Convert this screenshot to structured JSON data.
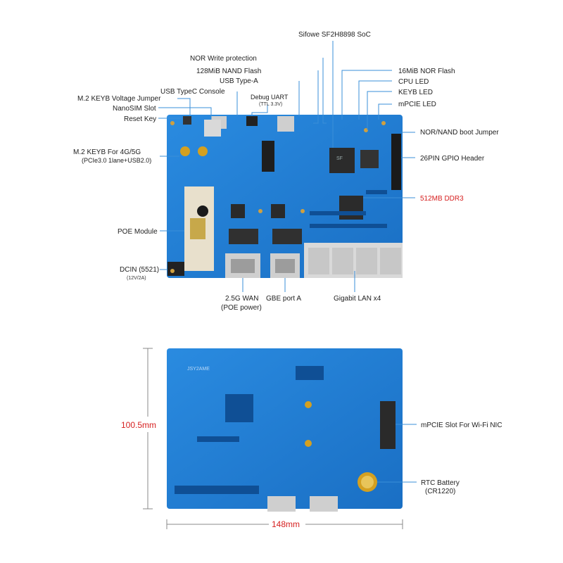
{
  "top_board": {
    "labels": {
      "soc": "Sifowe SF2H8898 SoC",
      "nor_wp": "NOR Write protection",
      "nand": "128MiB NAND Flash",
      "usb_a": "USB Type-A",
      "usbc_console": "USB TypeC Console",
      "m2_jumper": "M.2 KEYB Voltage Jumper",
      "nanosim": "NanoSIM Slot",
      "reset": "Reset Key",
      "debug_uart": "Debug UART",
      "debug_uart_sub": "(TTL 3.3V)",
      "nor_flash": "16MiB NOR Flash",
      "cpu_led": "CPU LED",
      "keyb_led": "KEYB LED",
      "mpcie_led": "mPCIE LED",
      "boot_jumper": "NOR/NAND boot Jumper",
      "m2_slot": "M.2 KEYB For 4G/5G",
      "m2_slot_sub": "(PCIe3.0 1lane+USB2.0)",
      "gpio": "26PIN GPIO Header",
      "ddr": "512MB DDR3",
      "poe": "POE Module",
      "dcin": "DCIN (5521)",
      "dcin_sub": "(12V/2A)",
      "wan": "2.5G WAN",
      "wan_sub": "(POE power)",
      "gbe": "GBE port A",
      "lan": "Gigabit LAN x4"
    },
    "chip_marks": {
      "soc": "SF",
      "ddr": "",
      "board_mark": "JSY2AME"
    }
  },
  "bottom_board": {
    "labels": {
      "mpcie_slot": "mPCIE Slot For Wi-Fi NIC",
      "rtc": "RTC Battery",
      "rtc_sub": "(CR1220)"
    },
    "dimensions": {
      "height": "100.5mm",
      "width": "148mm"
    }
  },
  "colors": {
    "pcb": "#1f7fd6",
    "pcb_dark": "#1565b8",
    "label_accent": "#d62020",
    "leader": "#3a8fd8"
  }
}
